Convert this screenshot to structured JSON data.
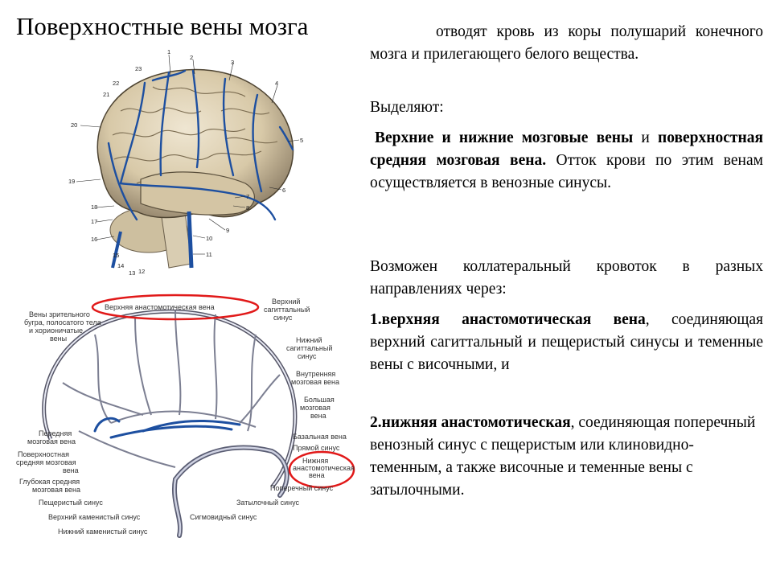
{
  "title": "Поверхностные вены мозга",
  "paragraphs": {
    "p1": "отводят кровь из коры полушарий конечного мозга и прилегающего белого вещества.",
    "p2": "Выделяют:",
    "p3_bold1": "Верхние и нижние мозговые вены",
    "p3_mid": " и ",
    "p3_bold2": "поверхностная средняя мозговая вена.",
    "p3_rest": " Отток крови по этим венам осуществляется в венозные синусы.",
    "p4": "Возможен коллатеральный кровоток в разных направлениях через:",
    "p5_bold": "1.верхняя анастомотическая вена",
    "p5_rest": ", соединяющая верхний сагиттальный и пещеристый синусы и теменные вены с височными, и",
    "p6_bold": "2.нижняя анастомотическая",
    "p6_rest": ", соединяющая поперечный венозный синус с пещеристым или клиновидно-теменным, а также височные и теменные вены с затылочными."
  },
  "figure1": {
    "labels": [
      "1",
      "2",
      "3",
      "4",
      "5",
      "6",
      "7",
      "8",
      "9",
      "10",
      "11",
      "12",
      "13",
      "14",
      "15",
      "16",
      "17",
      "18",
      "19",
      "20",
      "21",
      "22",
      "23"
    ]
  },
  "figure2": {
    "labels": {
      "l1": "Вены зрительного",
      "l2": "бугра, полосатого тела",
      "l3": "и хорионичатые",
      "l4": "вены",
      "l5": "Верхняя анастомотическая вена",
      "l6": "Верхний",
      "l7": "сагиттальный",
      "l8": "синус",
      "l9": "Нижний",
      "l10": "сагиттальный",
      "l11": "синус",
      "l12": "Внутренняя",
      "l13": "мозговая вена",
      "l14": "Большая",
      "l15": "мозговая",
      "l16": "вена",
      "l17": "Передняя",
      "l18": "мозговая вена",
      "l19": "Поверхностная",
      "l20": "средняя мозговая",
      "l21": "вена",
      "l22": "Глубокая средняя",
      "l23": "мозговая вена",
      "l24": "Пещеристый синус",
      "l25": "Верхний каменистый синус",
      "l26": "Нижний каменистый синус",
      "l27": "Базальная вена",
      "l28": "Прямой синус",
      "l29": "Нижняя",
      "l30": "анастомотическая",
      "l31": "вена",
      "l32": "Поперечный синус",
      "l33": "Затылочный синус",
      "l34": "Сигмовидный синус"
    }
  },
  "colors": {
    "highlight_ellipse": "#e11919",
    "vein_blue": "#1d4fa0",
    "text": "#000000"
  }
}
